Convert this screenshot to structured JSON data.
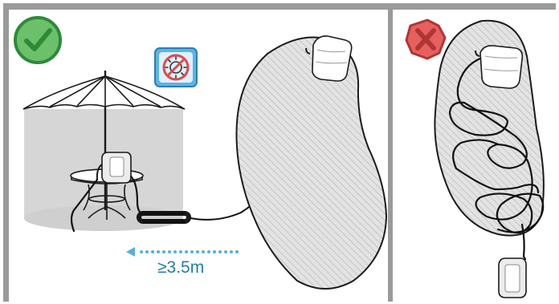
{
  "distance_label": "≥3.5m",
  "panels": [
    {
      "status": "correct",
      "status_icon": "checkmark-icon"
    },
    {
      "status": "incorrect",
      "status_icon": "x-mark-icon"
    }
  ],
  "notice_icon": "no-sun-icon",
  "colors": {
    "frame": "#9a9a9a",
    "correct_fill": "#6cc06a",
    "correct_stroke": "#2e8a39",
    "incorrect_fill": "#e76060",
    "incorrect_stroke": "#b03535",
    "shade": "#d6d6d6",
    "pool": "#e2e2e2",
    "cable": "#111111",
    "distance_accent": "#59aedb",
    "notice_bg": "#5ab4e7"
  }
}
